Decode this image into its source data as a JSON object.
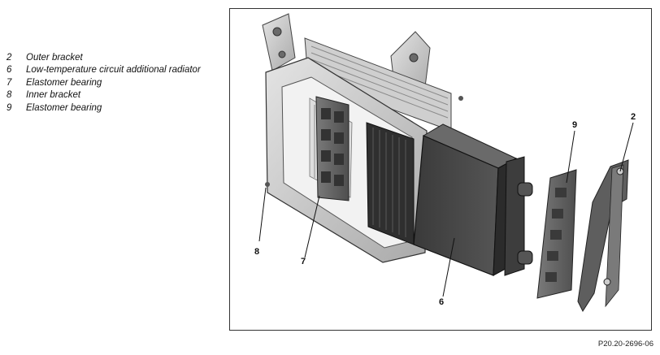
{
  "legend": [
    {
      "number": "2",
      "text": "Outer bracket"
    },
    {
      "number": "6",
      "text": "Low-temperature circuit additional radiator"
    },
    {
      "number": "7",
      "text": "Elastomer bearing"
    },
    {
      "number": "8",
      "text": "Inner bracket"
    },
    {
      "number": "9",
      "text": "Elastomer bearing"
    }
  ],
  "figure": {
    "code": "P20.20-2696-06",
    "callouts": [
      {
        "label": "9"
      },
      {
        "label": "2"
      },
      {
        "label": "8"
      },
      {
        "label": "7"
      },
      {
        "label": "6"
      }
    ]
  }
}
